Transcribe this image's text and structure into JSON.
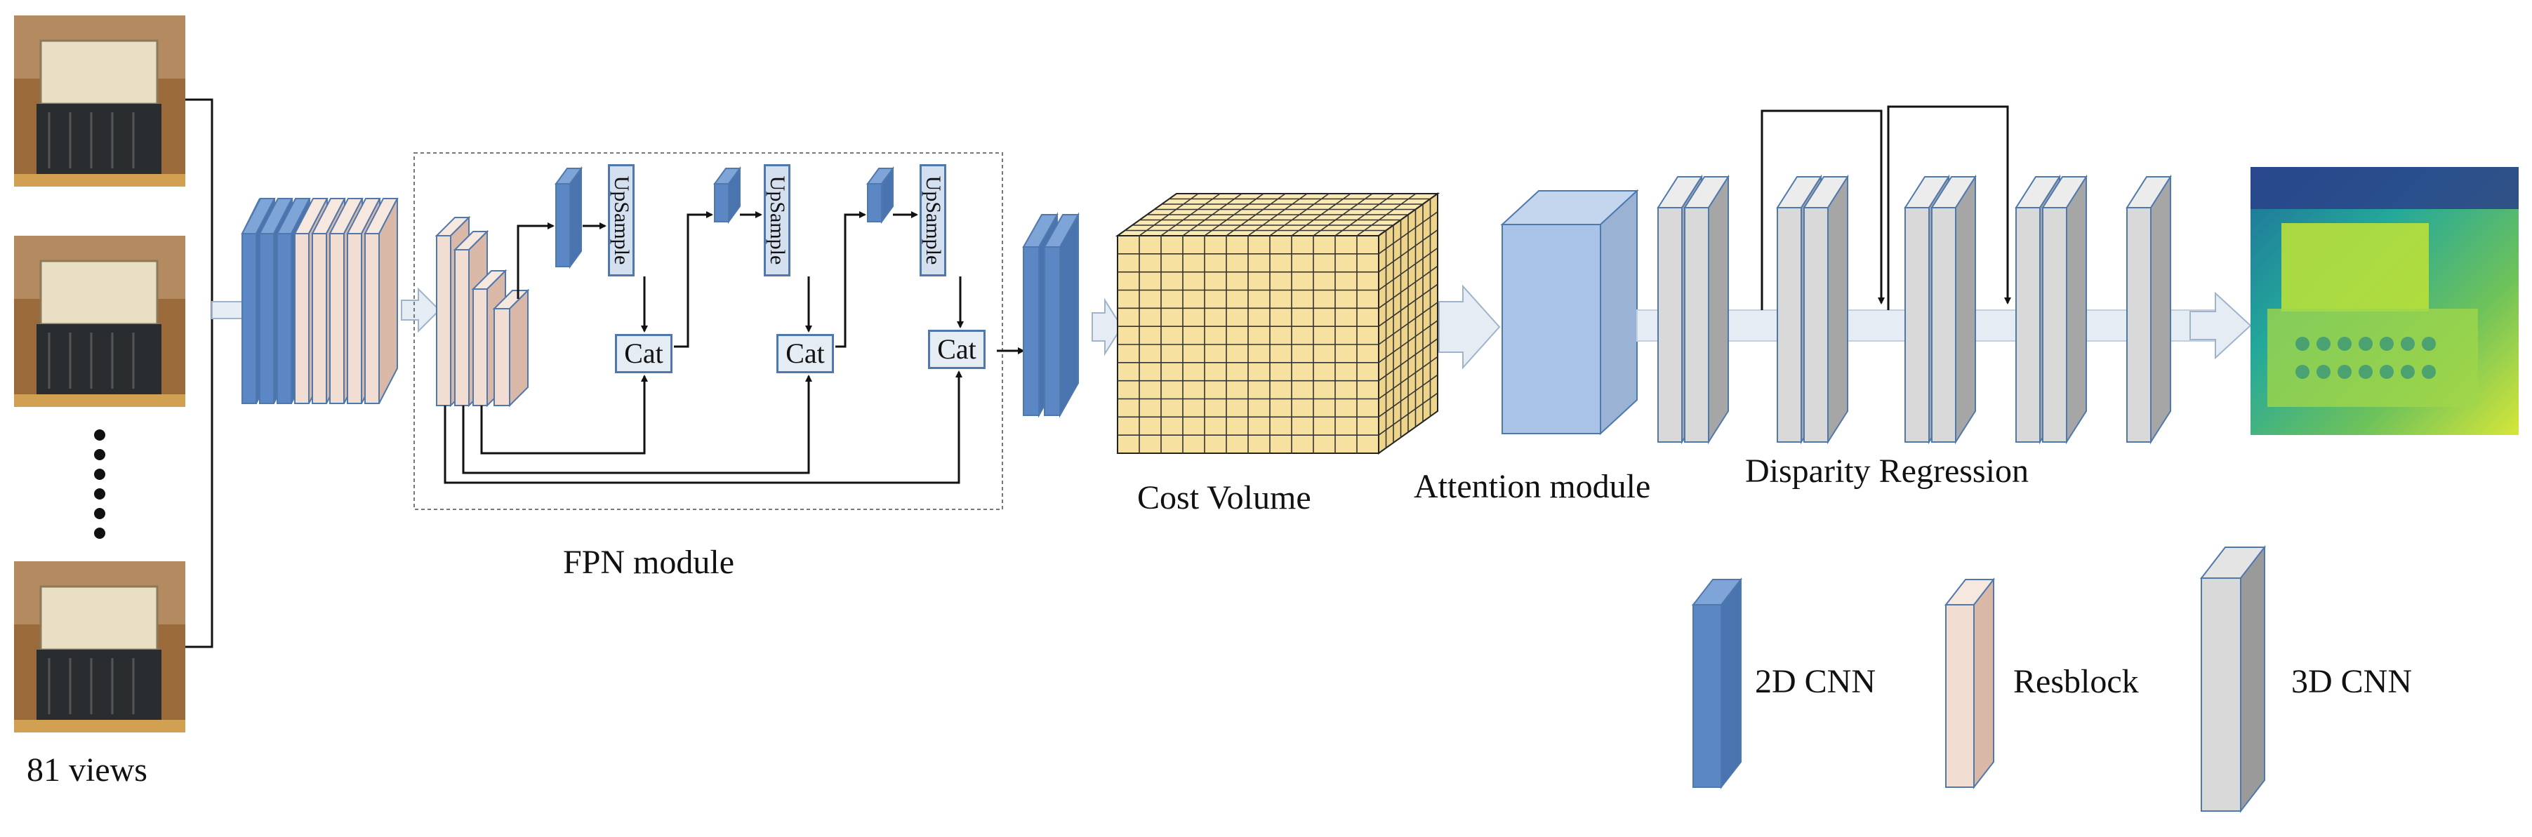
{
  "labels": {
    "views": "81 views",
    "fpn": "FPN module",
    "cost_volume": "Cost Volume",
    "attention": "Attention module",
    "disparity": "Disparity Regression"
  },
  "fpn_ops": {
    "upsample": "UpSample",
    "cat": "Cat"
  },
  "legend": [
    {
      "label": "2D CNN",
      "color": "#5b87c4"
    },
    {
      "label": "Resblock",
      "color": "#e9cfc3"
    },
    {
      "label": "3D CNN",
      "color": "#b0b0b0"
    }
  ],
  "colors": {
    "cnn2d": "#5b87c4",
    "resblock": "#f2ddd3",
    "cnn3d": "#b3b3b3",
    "attention": "#a9c4e6",
    "cost_volume": "#f7e1a0",
    "outline": "#4f78ad"
  }
}
